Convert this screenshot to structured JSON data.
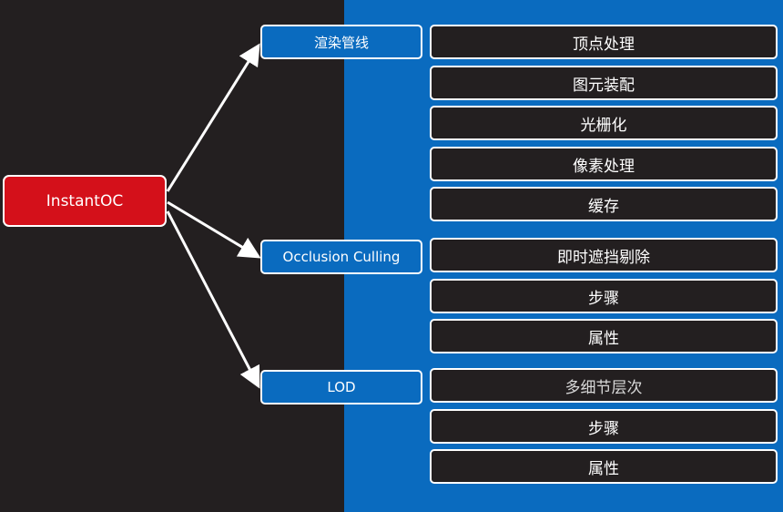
{
  "root": {
    "label": "InstantOC"
  },
  "branches": [
    {
      "label": "渲染管线",
      "children": [
        "顶点处理",
        "图元装配",
        "光栅化",
        "像素处理",
        "缓存"
      ]
    },
    {
      "label": "Occlusion Culling",
      "children": [
        "即时遮挡剔除",
        "步骤",
        "属性"
      ]
    },
    {
      "label": "LOD",
      "children": [
        "多细节层次",
        "步骤",
        "属性"
      ]
    }
  ],
  "colors": {
    "background_left": "#231f20",
    "background_right": "#0a6bbf",
    "root_fill": "#d4101a",
    "branch_fill": "#0a6bbf",
    "leaf_fill": "#231f20",
    "outline": "#ffffff"
  }
}
